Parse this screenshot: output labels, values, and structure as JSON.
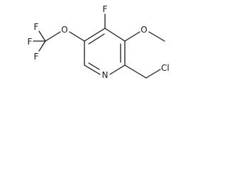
{
  "molecule": {
    "atoms": {
      "ring_nitrogen": "N",
      "fluoro": "F",
      "methoxy_oxygen": "O",
      "trifluoromethoxy_oxygen": "O",
      "chloro": "Cl",
      "cf3_fluorine_1": "F",
      "cf3_fluorine_2": "F",
      "cf3_fluorine_3": "F"
    }
  }
}
